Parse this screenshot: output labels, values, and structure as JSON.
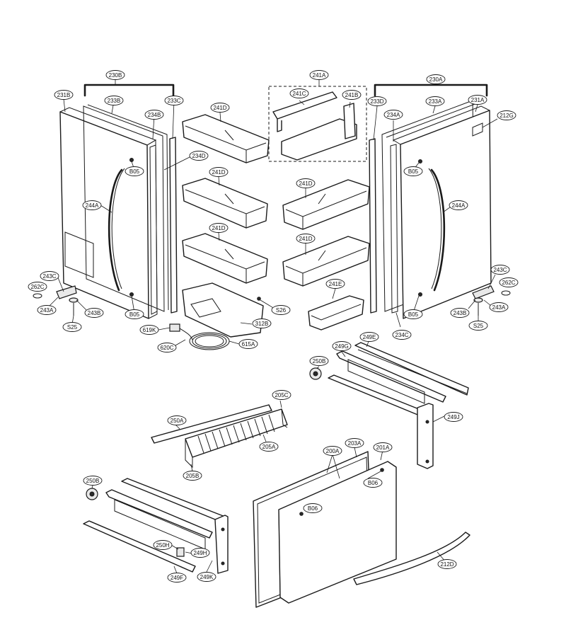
{
  "callouts": [
    {
      "id": "c230b",
      "label": "230B"
    },
    {
      "id": "c231b",
      "label": "231B"
    },
    {
      "id": "c233b",
      "label": "233B"
    },
    {
      "id": "c233c",
      "label": "233C"
    },
    {
      "id": "c234b",
      "label": "234B"
    },
    {
      "id": "c234d",
      "label": "234D"
    },
    {
      "id": "c244a-left",
      "label": "244A"
    },
    {
      "id": "c243c-left",
      "label": "243C"
    },
    {
      "id": "c262c-left",
      "label": "262C"
    },
    {
      "id": "c243a-left",
      "label": "243A"
    },
    {
      "id": "c243b-left",
      "label": "243B"
    },
    {
      "id": "cs25-left",
      "label": "S25"
    },
    {
      "id": "cb05-lt",
      "label": "B05"
    },
    {
      "id": "cb05-lb",
      "label": "B05"
    },
    {
      "id": "c241d-1",
      "label": "241D"
    },
    {
      "id": "c241d-2",
      "label": "241D"
    },
    {
      "id": "c241d-3",
      "label": "241D"
    },
    {
      "id": "c241d-4",
      "label": "241D"
    },
    {
      "id": "c241d-5",
      "label": "241D"
    },
    {
      "id": "c241a",
      "label": "241A"
    },
    {
      "id": "c241c",
      "label": "241C"
    },
    {
      "id": "c241b",
      "label": "241B"
    },
    {
      "id": "c241e",
      "label": "241E"
    },
    {
      "id": "cs26",
      "label": "S26"
    },
    {
      "id": "c312b",
      "label": "312B"
    },
    {
      "id": "c619k",
      "label": "619K"
    },
    {
      "id": "c620c",
      "label": "620C"
    },
    {
      "id": "c615a",
      "label": "615A"
    },
    {
      "id": "c230a",
      "label": "230A"
    },
    {
      "id": "c233d",
      "label": "233D"
    },
    {
      "id": "c233a",
      "label": "233A"
    },
    {
      "id": "c231a",
      "label": "231A"
    },
    {
      "id": "c234a",
      "label": "234A"
    },
    {
      "id": "c212g",
      "label": "212G"
    },
    {
      "id": "cb05-rt",
      "label": "B05"
    },
    {
      "id": "c244a-right",
      "label": "244A"
    },
    {
      "id": "c243c-right",
      "label": "243C"
    },
    {
      "id": "c262c-right",
      "label": "262C"
    },
    {
      "id": "c243b-right",
      "label": "243B"
    },
    {
      "id": "c243a-right",
      "label": "243A"
    },
    {
      "id": "cs25-right",
      "label": "S25"
    },
    {
      "id": "cb05-rb",
      "label": "B05"
    },
    {
      "id": "c234c",
      "label": "234C"
    },
    {
      "id": "c249e",
      "label": "249E"
    },
    {
      "id": "c249g",
      "label": "249G"
    },
    {
      "id": "c250b-upper",
      "label": "250B"
    },
    {
      "id": "c249j",
      "label": "249J"
    },
    {
      "id": "c205c",
      "label": "205C"
    },
    {
      "id": "c250a",
      "label": "250A"
    },
    {
      "id": "c205a",
      "label": "205A"
    },
    {
      "id": "c205b",
      "label": "205B"
    },
    {
      "id": "c203a",
      "label": "203A"
    },
    {
      "id": "c200a",
      "label": "200A"
    },
    {
      "id": "c201a",
      "label": "201A"
    },
    {
      "id": "cb06-upper",
      "label": "B06"
    },
    {
      "id": "cb06-lower",
      "label": "B06"
    },
    {
      "id": "c250b-lower",
      "label": "250B"
    },
    {
      "id": "c250h",
      "label": "250H"
    },
    {
      "id": "c249h",
      "label": "249H"
    },
    {
      "id": "c249f",
      "label": "249F"
    },
    {
      "id": "c249k",
      "label": "249K"
    },
    {
      "id": "c212d",
      "label": "212D"
    }
  ]
}
